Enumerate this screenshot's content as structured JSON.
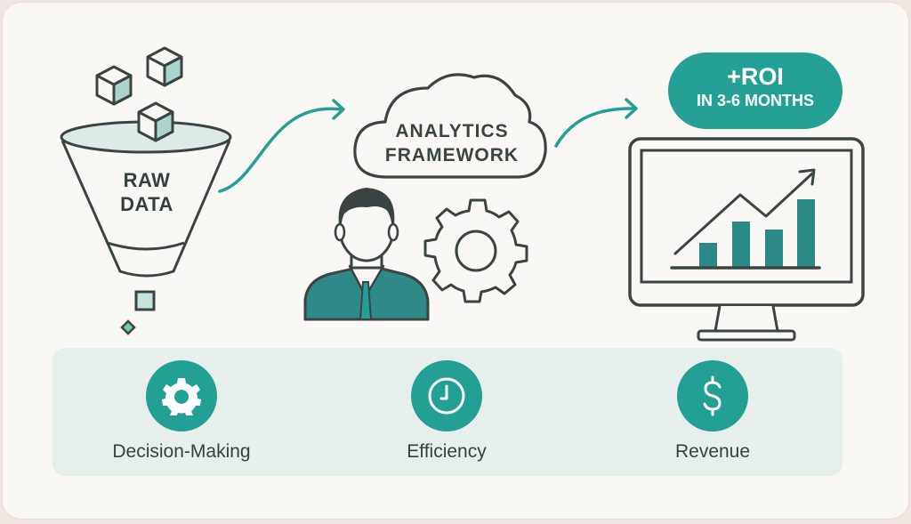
{
  "diagram": {
    "stages": [
      {
        "id": "raw-data",
        "label_line1": "RAW",
        "label_line2": "DATA"
      },
      {
        "id": "analytics-framework",
        "label_line1": "ANALYTICS",
        "label_line2": "FRAMEWORK"
      },
      {
        "id": "roi",
        "badge_main": "+ROI",
        "badge_sub": "IN 3-6 MONTHS"
      }
    ],
    "benefits": [
      {
        "label": "Decision-Making",
        "icon": "gear-icon"
      },
      {
        "label": "Efficiency",
        "icon": "clock-icon"
      },
      {
        "label": "Revenue",
        "icon": "dollar-icon"
      }
    ]
  },
  "colors": {
    "teal": "#23a094",
    "teal_dark": "#2b8a86",
    "outline": "#3b4443",
    "light_teal_fill": "#c8e2dc",
    "card_background": "#faf8f4",
    "benefits_background": "#e6efec"
  }
}
